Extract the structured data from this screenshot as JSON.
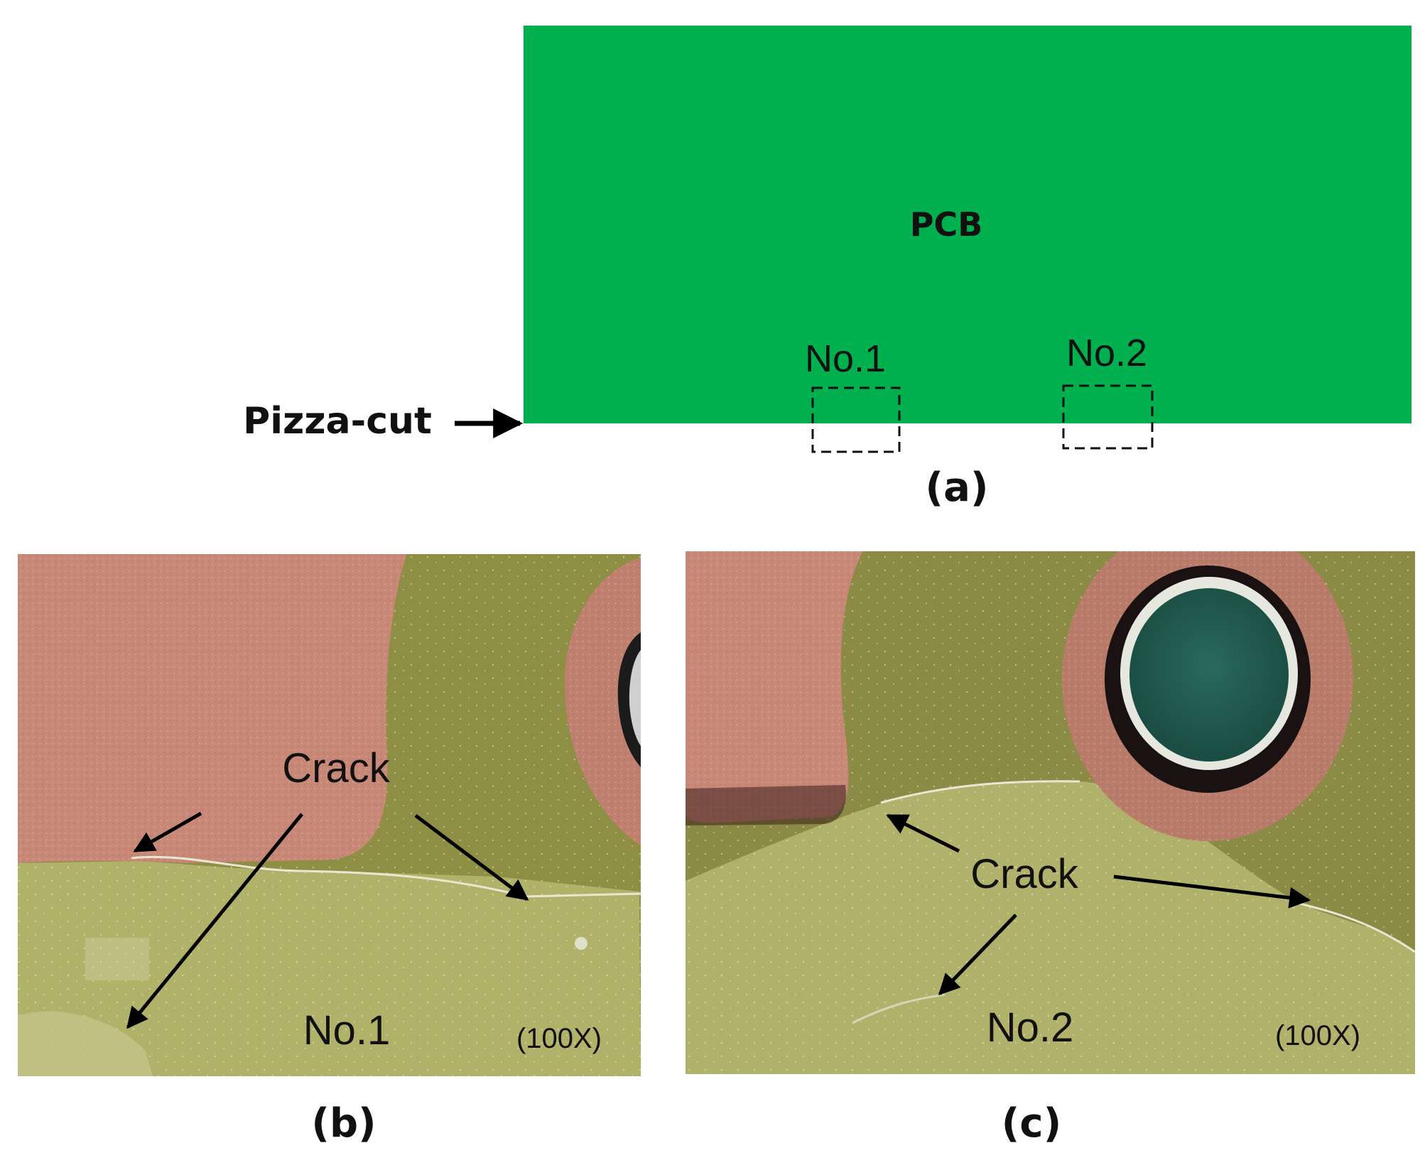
{
  "panel_a": {
    "board_label": "PCB",
    "cut_label": "Pizza-cut",
    "region1_label": "No.1",
    "region2_label": "No.2",
    "caption": "(a)",
    "board_color": "#00b04f"
  },
  "panel_b": {
    "crack_label": "Crack",
    "region_label": "No.1",
    "magnification": "(100X)",
    "caption": "(b)"
  },
  "panel_c": {
    "crack_label": "Crack",
    "region_label": "No.2",
    "magnification": "(100X)",
    "caption": "(c)"
  },
  "colors": {
    "copper": "#c98a78",
    "laminate": "#9a9a50",
    "laminate_light": "#b2b46c",
    "via_core": "#1f5c4e"
  }
}
